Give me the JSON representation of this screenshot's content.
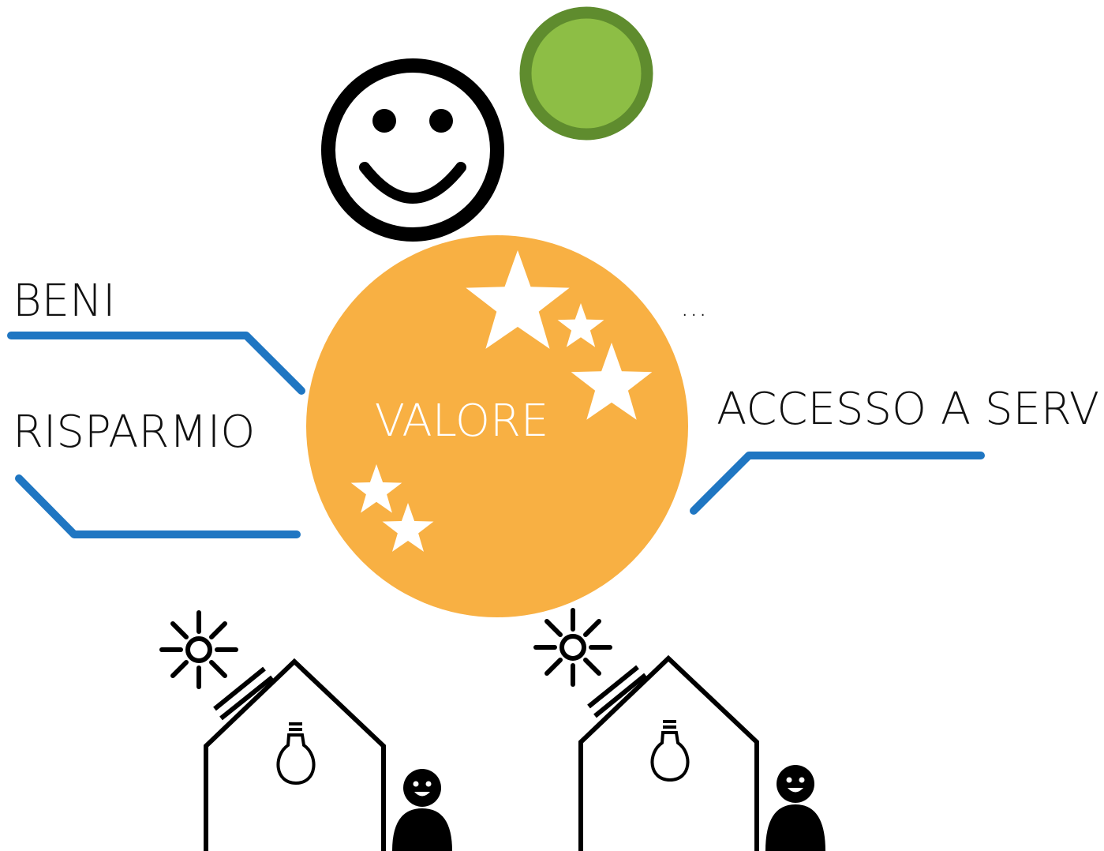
{
  "labels": {
    "left_top": "BENI",
    "left_bottom": "RISPARMIO",
    "right": "ACCESSO A SERVIZI",
    "right_ellipsis": "...",
    "center": "VALORE"
  },
  "colors": {
    "orange_circle": "#F8B043",
    "green_fill": "#8DBE45",
    "green_ring": "#5F8C2E",
    "connector_blue": "#1F76C2",
    "ink": "#000000"
  },
  "icons": {
    "top_face": "smiley-face-icon",
    "top_dot": "green-dot-icon",
    "stars": "star-icon",
    "house": "house-icon",
    "sun": "sun-icon",
    "bulb": "lightbulb-icon",
    "person": "person-icon"
  }
}
